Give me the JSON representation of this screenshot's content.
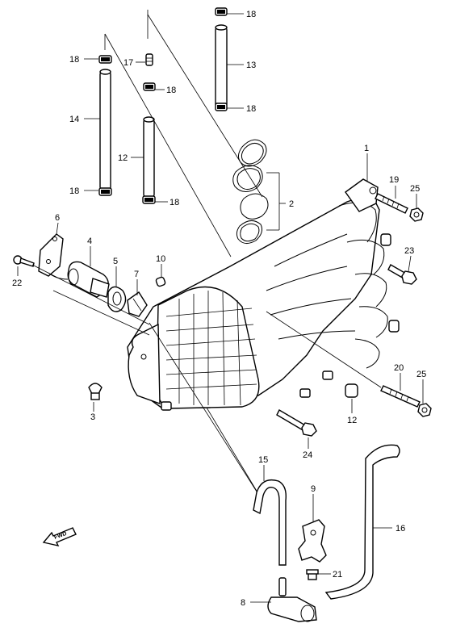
{
  "diagram": {
    "callouts": [
      {
        "id": "c18a",
        "label": "18"
      },
      {
        "id": "c13",
        "label": "13"
      },
      {
        "id": "c18b",
        "label": "18"
      },
      {
        "id": "c18c",
        "label": "18"
      },
      {
        "id": "c17",
        "label": "17"
      },
      {
        "id": "c18d",
        "label": "18"
      },
      {
        "id": "c14",
        "label": "14"
      },
      {
        "id": "c12a",
        "label": "12"
      },
      {
        "id": "c18e",
        "label": "18"
      },
      {
        "id": "c18f",
        "label": "18"
      },
      {
        "id": "c1",
        "label": "1"
      },
      {
        "id": "c2",
        "label": "2"
      },
      {
        "id": "c19",
        "label": "19"
      },
      {
        "id": "c25a",
        "label": "25"
      },
      {
        "id": "c23",
        "label": "23"
      },
      {
        "id": "c6",
        "label": "6"
      },
      {
        "id": "c4",
        "label": "4"
      },
      {
        "id": "c5",
        "label": "5"
      },
      {
        "id": "c7",
        "label": "7"
      },
      {
        "id": "c10",
        "label": "10"
      },
      {
        "id": "c22",
        "label": "22"
      },
      {
        "id": "c20",
        "label": "20"
      },
      {
        "id": "c25b",
        "label": "25"
      },
      {
        "id": "c3",
        "label": "3"
      },
      {
        "id": "c12b",
        "label": "12"
      },
      {
        "id": "c24",
        "label": "24"
      },
      {
        "id": "c15",
        "label": "15"
      },
      {
        "id": "c9",
        "label": "9"
      },
      {
        "id": "c16",
        "label": "16"
      },
      {
        "id": "c21",
        "label": "21"
      },
      {
        "id": "c8",
        "label": "8"
      }
    ],
    "fwd_label": "FWD"
  }
}
